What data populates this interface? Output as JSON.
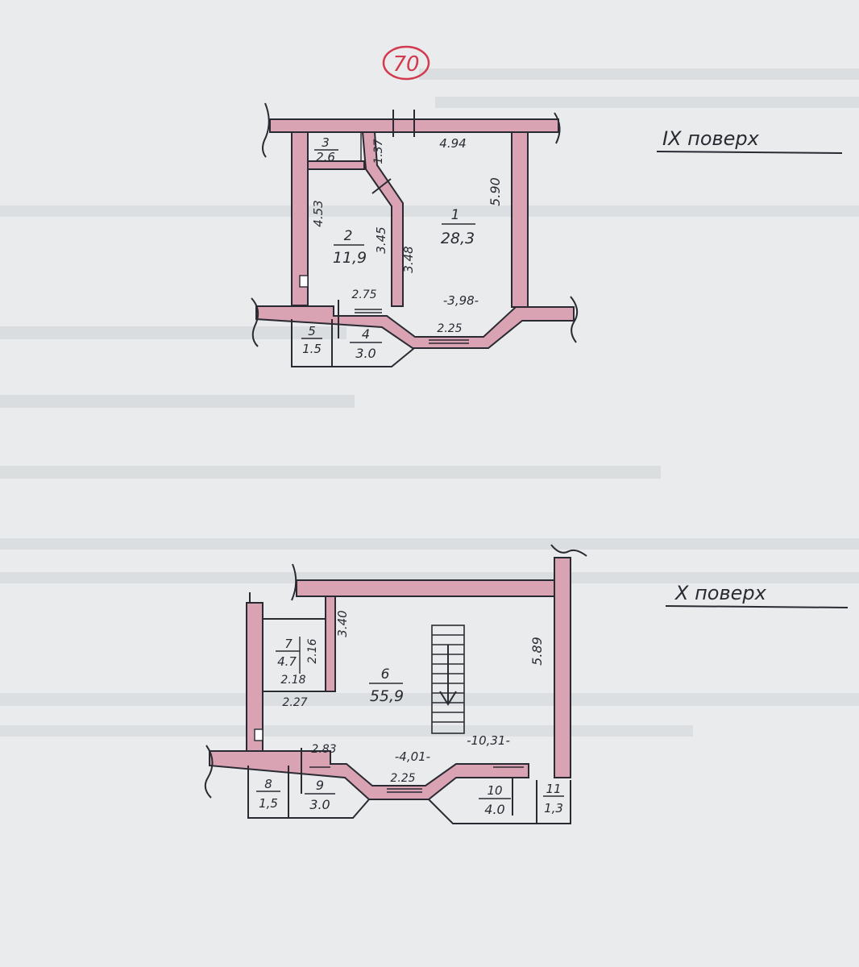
{
  "sheet_number": "70",
  "floors": [
    {
      "label": "IX поверх",
      "rooms": [
        {
          "number": "1",
          "area": "28,3"
        },
        {
          "number": "2",
          "area": "11,9"
        },
        {
          "number": "3",
          "area": "2.6"
        },
        {
          "number": "4",
          "area": "3.0"
        },
        {
          "number": "5",
          "area": "1.5"
        }
      ],
      "dimensions": [
        "4.94",
        "5.90",
        "4.53",
        "3.45",
        "3.48",
        "1.37",
        "2.75",
        "-3,98-",
        "2.25"
      ]
    },
    {
      "label": "X поверх",
      "rooms": [
        {
          "number": "6",
          "area": "55,9"
        },
        {
          "number": "7",
          "area": "4.7"
        },
        {
          "number": "8",
          "area": "1,5"
        },
        {
          "number": "9",
          "area": "3.0"
        },
        {
          "number": "10",
          "area": "4.0"
        },
        {
          "number": "11",
          "area": "1,3"
        }
      ],
      "dimensions": [
        "5.89",
        "3.40",
        "2.16",
        "2.18",
        "2.27",
        "2.83",
        "-4,01-",
        "2.25",
        "-10,31-"
      ]
    }
  ],
  "colors": {
    "wall": "#d9a3b4",
    "stamp": "#d23a4e",
    "ink": "#2a2a32",
    "paper": "#e9ebec"
  }
}
